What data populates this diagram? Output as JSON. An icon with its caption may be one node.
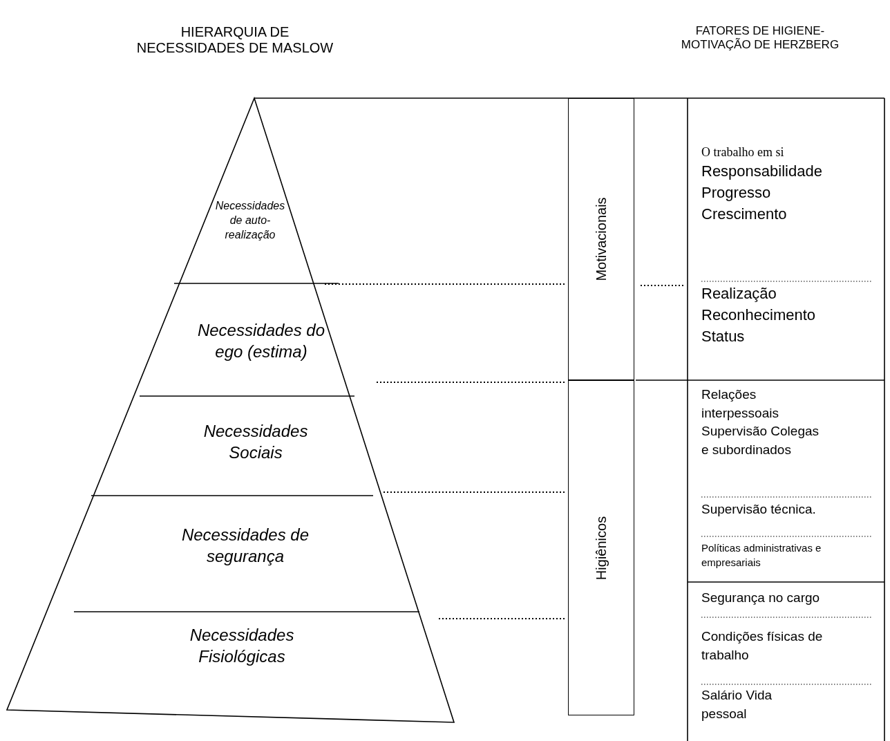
{
  "diagram": {
    "nodes": [
      {
        "text": [
          "Necessidades de auto-realização"
        ]
      },
      {
        "text": [
          "Necessidades do ego (estima)"
        ]
      },
      {
        "text": [
          "Necessidades Sociais"
        ]
      },
      {
        "text": [
          "Necessidades de segurança"
        ]
      },
      {
        "text": [
          "Necessidades Fisiológicas"
        ]
      },
      {
        "text": [
          "Motivacionais"
        ]
      },
      {
        "text": [
          "Higiênicos"
        ]
      },
      {
        "text": [
          "O trabalho em si",
          "Responsabilidade Progresso Crescimento"
        ]
      },
      {
        "text": [
          "Realização Reconhecimento Status"
        ]
      },
      {
        "text": [
          "Relações interpessoais Supervisão Colegas e subordinados"
        ]
      },
      {
        "text": [
          "Supervisão técnica."
        ]
      },
      {
        "text": [
          "Políticas administrativas e empresariais"
        ]
      },
      {
        "text": [
          "Segurança no cargo"
        ]
      },
      {
        "text": [
          "Condições físicas de trabalho"
        ]
      },
      {
        "text": [
          "Salário Vida pessoal"
        ]
      }
    ],
    "labels": [
      "HIERARQUIA DE NECESSIDADES DE MASLOW",
      "FATORES DE HIGIENE-MOTIVAÇÃO DE HERZBERG"
    ]
  }
}
